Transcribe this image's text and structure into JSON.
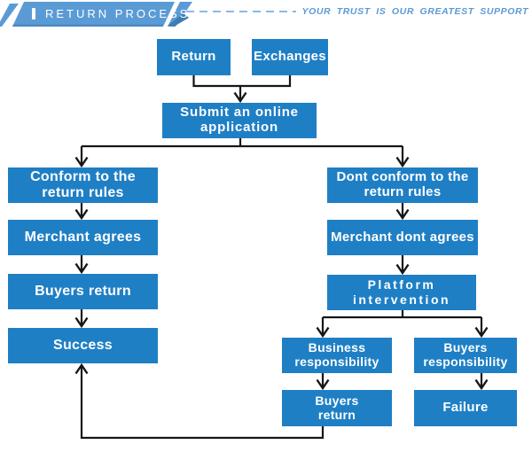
{
  "header": {
    "title": "RETURN PROCESS",
    "tagline": "YOUR TRUST IS OUR GREATEST SUPPORT"
  },
  "colors": {
    "node_blue": "#1f7fc5",
    "banner_blue": "#5b9bd5",
    "banner_fold_dark": "#3f7cb2",
    "dash_blue": "#8cb8e6",
    "connector_black": "#161616",
    "text_white": "#ffffff"
  },
  "diagram": {
    "nodes": [
      {
        "id": "return",
        "label": "Return"
      },
      {
        "id": "exchanges",
        "label": "Exchanges"
      },
      {
        "id": "submit-application",
        "label": "Submit an online\napplication"
      },
      {
        "id": "conform-rules",
        "label": "Conform to the\nreturn rules"
      },
      {
        "id": "merchant-agrees",
        "label": "Merchant agrees"
      },
      {
        "id": "buyers-return-left",
        "label": "Buyers return"
      },
      {
        "id": "success",
        "label": "Success"
      },
      {
        "id": "dont-conform-rules",
        "label": "Dont conform to the\nreturn rules"
      },
      {
        "id": "merchant-dont-agrees",
        "label": "Merchant dont agrees"
      },
      {
        "id": "platform-intervention",
        "label": "Platform\nintervention"
      },
      {
        "id": "business-responsibility",
        "label": "Business\nresponsibility"
      },
      {
        "id": "buyers-responsibility",
        "label": "Buyers\nresponsibility"
      },
      {
        "id": "buyers-return-right",
        "label": "Buyers\nreturn"
      },
      {
        "id": "failure",
        "label": "Failure"
      }
    ],
    "edges": [
      {
        "from": "return",
        "to": "submit-application"
      },
      {
        "from": "exchanges",
        "to": "submit-application"
      },
      {
        "from": "submit-application",
        "to": "conform-rules"
      },
      {
        "from": "submit-application",
        "to": "dont-conform-rules"
      },
      {
        "from": "conform-rules",
        "to": "merchant-agrees"
      },
      {
        "from": "merchant-agrees",
        "to": "buyers-return-left"
      },
      {
        "from": "buyers-return-left",
        "to": "success"
      },
      {
        "from": "dont-conform-rules",
        "to": "merchant-dont-agrees"
      },
      {
        "from": "merchant-dont-agrees",
        "to": "platform-intervention"
      },
      {
        "from": "platform-intervention",
        "to": "business-responsibility"
      },
      {
        "from": "platform-intervention",
        "to": "buyers-responsibility"
      },
      {
        "from": "business-responsibility",
        "to": "buyers-return-right"
      },
      {
        "from": "buyers-responsibility",
        "to": "failure"
      },
      {
        "from": "buyers-return-right",
        "to": "success"
      }
    ]
  }
}
